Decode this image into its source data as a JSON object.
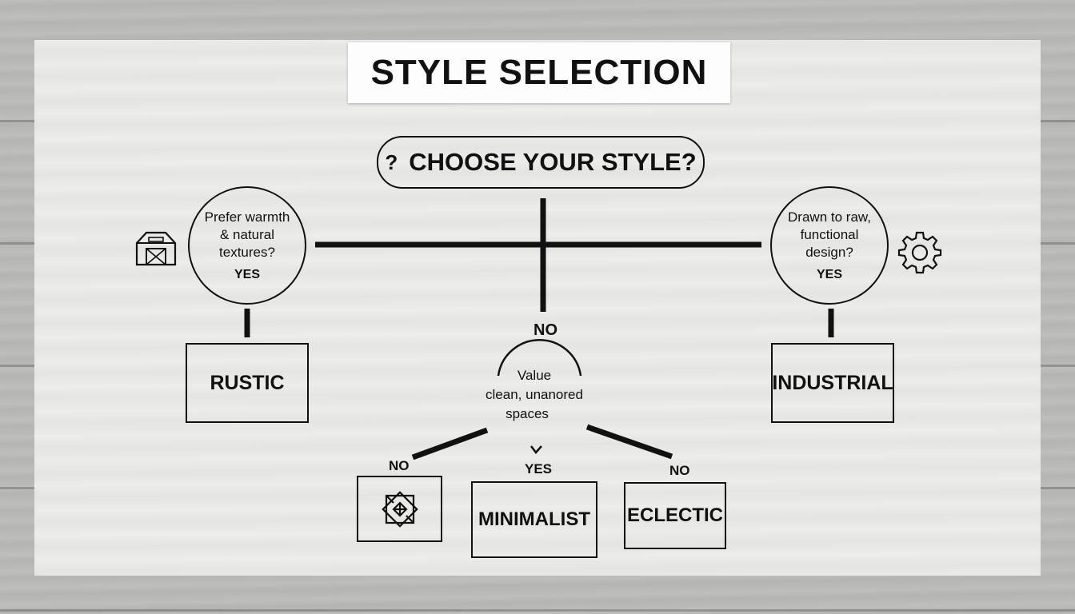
{
  "title": "STYLE SELECTION",
  "question": {
    "icon": "question-mark",
    "label": "CHOOSE YOUR STYLE?"
  },
  "left_question": {
    "line1": "Prefer warmth",
    "line2": "& natural",
    "line3": "textures?",
    "yes": "YES",
    "icon": "barn-icon"
  },
  "right_question": {
    "line1": "Drawn to raw,",
    "line2": "functional",
    "line3": "design?",
    "yes": "YES",
    "icon": "gear-icon"
  },
  "center_no": "NO",
  "middle_question": {
    "line1": "Value",
    "line2": "clean, unanored",
    "line3": "spaces"
  },
  "branches": {
    "left_no": "NO",
    "yes": "YES",
    "right_no": "NO"
  },
  "results": {
    "rustic": "RUSTIC",
    "industrial": "INDUSTRIAL",
    "minimalist": "MINIMALIST",
    "eclectic": "ECLECTIC",
    "pattern_icon": "geometric-pattern-icon"
  }
}
